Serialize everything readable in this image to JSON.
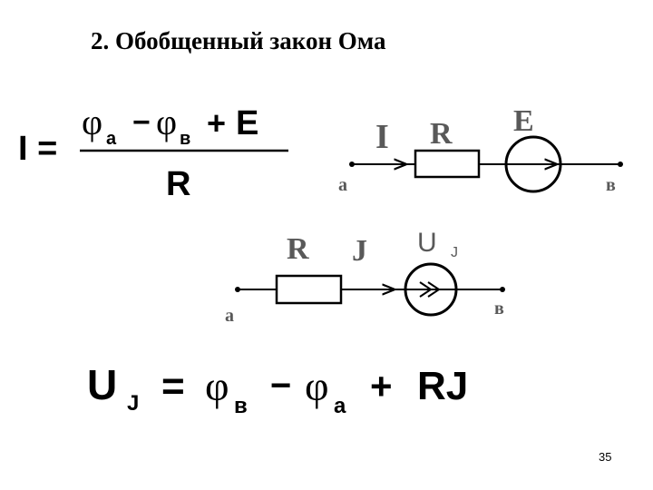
{
  "slide": {
    "title": "2. Обобщенный закон Ома",
    "number": "35"
  },
  "formula_current": {
    "lhs": "I =",
    "phi1": "φ",
    "sub1": "a",
    "minus": "−",
    "phi2": "φ",
    "sub2": "в",
    "plus": "+",
    "emf": "E",
    "denominator": "R"
  },
  "circuit_emf": {
    "label_current": "I",
    "label_resistor": "R",
    "label_emf": "E",
    "node_a": "a",
    "node_b": "в"
  },
  "circuit_source": {
    "label_resistor": "R",
    "label_current": "J",
    "label_voltage": "U",
    "label_voltage_sub": "J",
    "node_a": "a",
    "node_b": "в"
  },
  "formula_voltage": {
    "u": "U",
    "sub_j": "J",
    "eq": "=",
    "phi1": "φ",
    "sub1": "в",
    "minus": "−",
    "phi2": "φ",
    "sub2": "a",
    "plus": "+",
    "rj": "RJ"
  },
  "colors": {
    "ink": "#000000",
    "label_gray": "#595959",
    "background": "#ffffff"
  }
}
